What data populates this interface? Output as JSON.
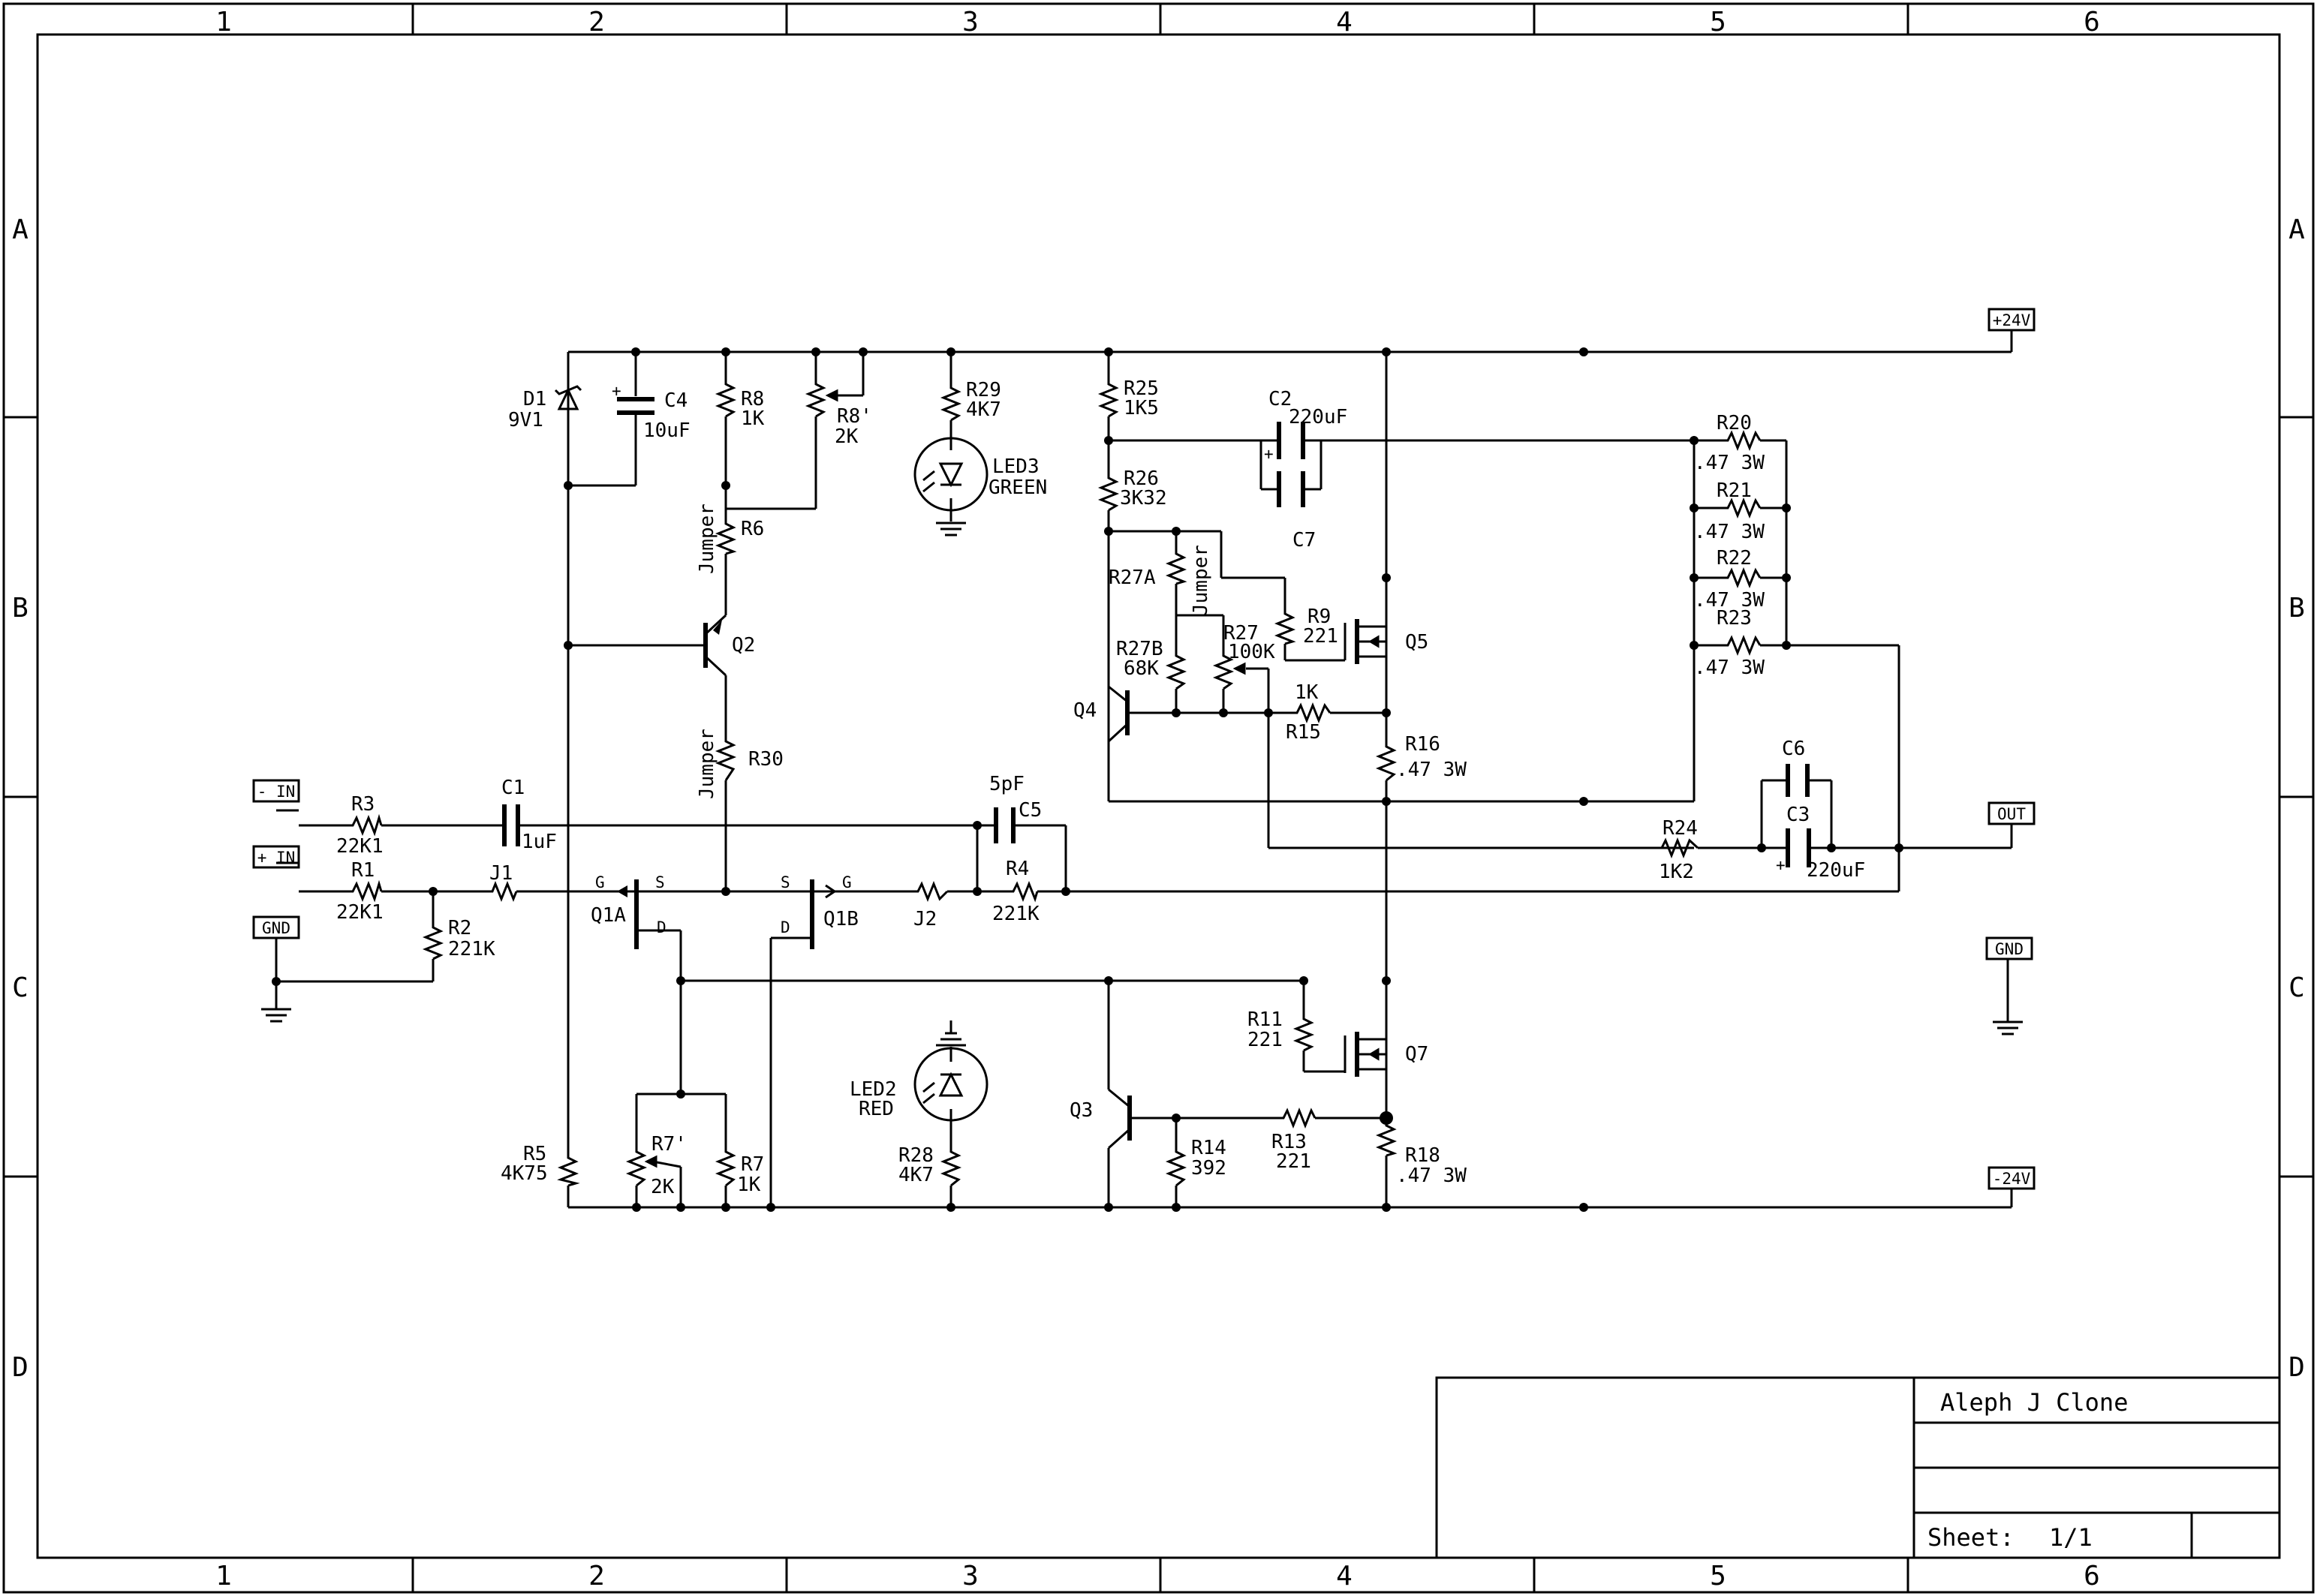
{
  "zones": {
    "columns": [
      "1",
      "2",
      "3",
      "4",
      "5",
      "6"
    ],
    "rows": [
      "A",
      "B",
      "C",
      "D"
    ]
  },
  "ports": {
    "pos_supply": "+24V",
    "neg_in": "- IN",
    "pos_in": "+ IN",
    "gnd_in": "GND",
    "out": "OUT",
    "gnd_out": "GND",
    "neg_supply": "-24V"
  },
  "parts": {
    "d1": {
      "ref": "D1",
      "val": "9V1"
    },
    "c4": {
      "ref": "C4",
      "val": "10uF"
    },
    "r8": {
      "ref": "R8",
      "val": "1K"
    },
    "r8p": {
      "ref": "R8'",
      "val": "2K"
    },
    "r29": {
      "ref": "R29",
      "val": "4K7"
    },
    "led3": {
      "ref": "LED3",
      "val": "GREEN"
    },
    "r6": {
      "ref": "R6",
      "note": "Jumper"
    },
    "q2": {
      "ref": "Q2"
    },
    "r30": {
      "ref": "R30",
      "note": "Jumper"
    },
    "r3": {
      "ref": "R3",
      "val": "22K1"
    },
    "r1": {
      "ref": "R1",
      "val": "22K1"
    },
    "c1": {
      "ref": "C1",
      "val": "1uF"
    },
    "j1": {
      "ref": "J1"
    },
    "r2": {
      "ref": "R2",
      "val": "221K"
    },
    "q1a": {
      "ref": "Q1A"
    },
    "q1b": {
      "ref": "Q1B"
    },
    "j2": {
      "ref": "J2"
    },
    "c5": {
      "ref": "C5",
      "val": "5pF"
    },
    "r4": {
      "ref": "R4",
      "val": "221K"
    },
    "r5": {
      "ref": "R5",
      "val": "4K75"
    },
    "r7p": {
      "ref": "R7'",
      "val": "2K"
    },
    "r7": {
      "ref": "R7",
      "val": "1K"
    },
    "led2": {
      "ref": "LED2",
      "val": "RED"
    },
    "r28": {
      "ref": "R28",
      "val": "4K7"
    },
    "r25": {
      "ref": "R25",
      "val": "1K5"
    },
    "r26": {
      "ref": "R26",
      "val": "3K32"
    },
    "c2": {
      "ref": "C2",
      "val": "220uF"
    },
    "c7": {
      "ref": "C7"
    },
    "r27a": {
      "ref": "R27A",
      "note": "Jumper"
    },
    "r27b": {
      "ref": "R27B",
      "val": "68K"
    },
    "r27": {
      "ref": "R27",
      "val": "100K"
    },
    "r9": {
      "ref": "R9",
      "val": "221"
    },
    "q5": {
      "ref": "Q5"
    },
    "q4": {
      "ref": "Q4"
    },
    "r15": {
      "ref": "R15",
      "val": "1K"
    },
    "r16": {
      "ref": "R16",
      "val": ".47 3W"
    },
    "r20": {
      "ref": "R20",
      "val": ".47 3W"
    },
    "r21": {
      "ref": "R21",
      "val": ".47 3W"
    },
    "r22": {
      "ref": "R22",
      "val": ".47 3W"
    },
    "r23": {
      "ref": "R23",
      "val": ".47 3W"
    },
    "c6": {
      "ref": "C6"
    },
    "c3": {
      "ref": "C3",
      "val": "220uF"
    },
    "r24": {
      "ref": "R24",
      "val": "1K2"
    },
    "r11": {
      "ref": "R11",
      "val": "221"
    },
    "q7": {
      "ref": "Q7"
    },
    "q3": {
      "ref": "Q3"
    },
    "r14": {
      "ref": "R14",
      "val": "392"
    },
    "r13": {
      "ref": "R13",
      "val": "221"
    },
    "r18": {
      "ref": "R18",
      "val": ".47 3W"
    }
  },
  "pins": {
    "gate": "G",
    "source": "S",
    "drain": "D"
  },
  "title_block": {
    "title": "Aleph J Clone",
    "sheet_label": "Sheet:",
    "sheet_value": "1/1"
  }
}
